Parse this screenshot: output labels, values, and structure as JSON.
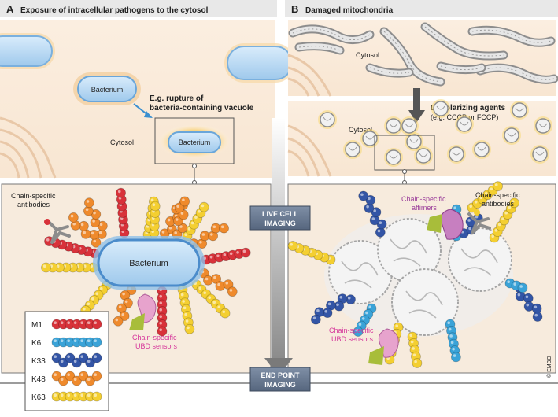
{
  "panel_a": {
    "letter": "A",
    "title": "Exposure of intracellular pathogens to the cytosol",
    "bacterium_label": "Bacterium",
    "event_line1": "E.g. rupture of",
    "event_line2": "bacteria-containing vacuole",
    "cytosol_label": "Cytosol",
    "inset_bacterium_label": "Bacterium",
    "zoom_bacterium_label": "Bacterium",
    "antibodies_line1": "Chain-specific",
    "antibodies_line2": "antibodies",
    "ubd_line1": "Chain-specific",
    "ubd_line2": "UBD sensors"
  },
  "panel_b": {
    "letter": "B",
    "title": "Damaged mitochondria",
    "cytosol_top": "Cytosol",
    "cytosol_mid": "Cytosol",
    "agent_line1": "Depolarizing agents",
    "agent_line2": "(e.g. CCCP or FCCP)",
    "affimers_line1": "Chain-specific",
    "affimers_line2": "affimers",
    "antibodies_line1": "Chain-specific",
    "antibodies_line2": "antibodies",
    "ubd_line1": "Chain-specific",
    "ubd_line2": "UBD sensors"
  },
  "center": {
    "live_line1": "LIVE CELL",
    "live_line2": "IMAGING",
    "end_line1": "END POINT",
    "end_line2": "IMAGING"
  },
  "legend": [
    {
      "label": "M1",
      "color": "#d8323a"
    },
    {
      "label": "K6",
      "color": "#3aa3d8"
    },
    {
      "label": "K33",
      "color": "#3355a6"
    },
    {
      "label": "K48",
      "color": "#ef8a2c"
    },
    {
      "label": "K63",
      "color": "#f4cf31"
    }
  ],
  "credit": "© EMBO"
}
